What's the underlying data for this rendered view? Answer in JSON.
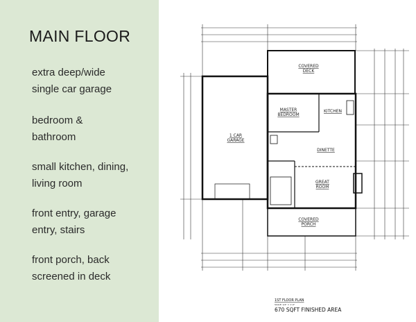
{
  "slide": {
    "title": "MAIN FLOOR",
    "items": [
      "extra deep/wide\nsingle car garage",
      "bedroom &\nbathroom",
      "small kitchen, dining,\nliving room",
      "front entry, garage\nentry, stairs",
      "front porch, back\nscreened in deck"
    ]
  },
  "plan": {
    "rooms": {
      "deck": "COVERED\nDECK",
      "master": "MASTER\nBEDROOM",
      "kitchen": "KITCHEN",
      "garage": "1 CAR\nGARAGE",
      "dinette": "DINETTE",
      "great": "GREAT\nROOM",
      "porch": "COVERED\nPORCH"
    },
    "caption": "1ST FLOOR PLAN",
    "scale": "SCALE: 1/4\" = 1'-0\"",
    "area": "670 SQFT FINISHED AREA"
  },
  "colors": {
    "panel": "#dce8d4"
  }
}
